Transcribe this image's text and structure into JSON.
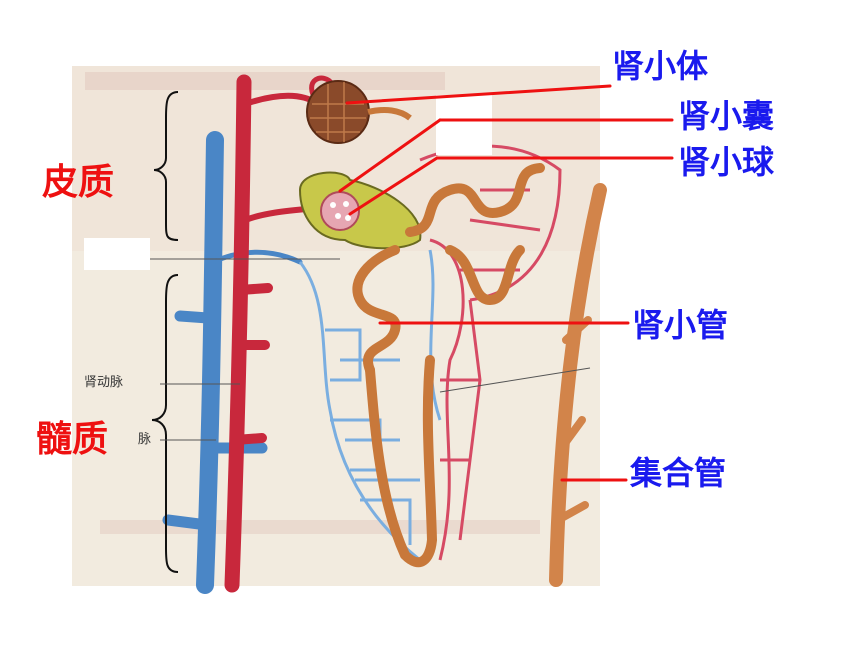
{
  "labels": {
    "renal_corpuscle": "肾小体",
    "renal_capsule": "肾小囊",
    "glomerulus": "肾小球",
    "renal_tubule": "肾小管",
    "collecting_duct": "集合管",
    "cortex": "皮质",
    "medulla": "髓质"
  },
  "small_labels": {
    "renal_artery": "肾动脉",
    "renal_vein_partial": "脉"
  },
  "colors": {
    "label_blue": "#1a1aee",
    "label_red": "#ee1111",
    "artery": "#c8283c",
    "vein": "#4a86c6",
    "tubule": "#c8783a",
    "capsule": "#c8c84a",
    "background_paper": "#f2ebdf"
  }
}
